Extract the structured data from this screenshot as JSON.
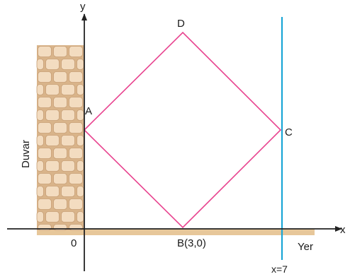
{
  "labels": {
    "y_axis": "y",
    "x_axis": "x",
    "origin": "0",
    "point_a": "A",
    "point_b": "B(3,0)",
    "point_c": "C",
    "point_d": "D",
    "wall": "Duvar",
    "ground": "Yer",
    "vertical_line": "x=7"
  },
  "colors": {
    "square": "#e8438f",
    "vertical_line": "#1aa6d6",
    "axis": "#222222",
    "ground": "#e7c79a",
    "wall_base": "#d9b48a",
    "wall_brick": "#f3dcc0"
  }
}
